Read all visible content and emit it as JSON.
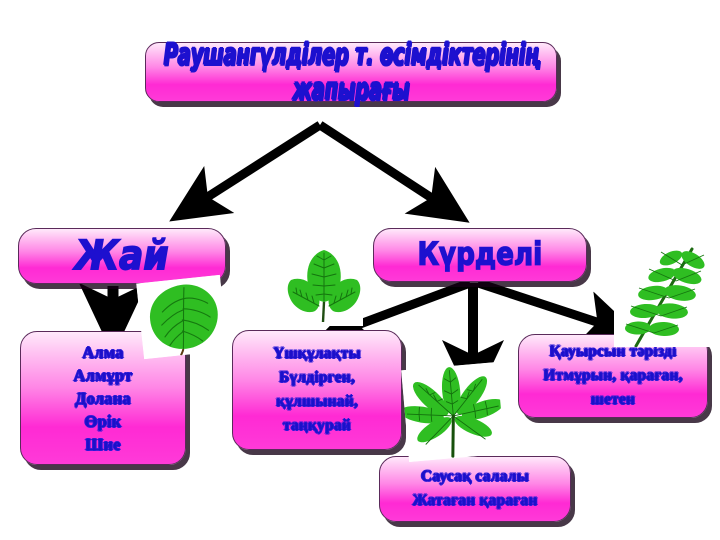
{
  "diagram": {
    "title_node": {
      "text": "Раушангүлділер т. өсімдіктерінің жапырағы"
    },
    "branches": [
      {
        "id": "simple",
        "label": "Жай"
      },
      {
        "id": "compound",
        "label": "Күрделі"
      }
    ],
    "simple_list": {
      "lines": [
        "Алма",
        "Алмұрт",
        "Долана",
        "Өрік",
        "Шие"
      ],
      "line1": "Алма",
      "line2": "Алмұрт",
      "line3": "Долана",
      "line4": "Өрік",
      "line5": "Шие"
    },
    "trifoliate": {
      "heading": "Үшқұлақты",
      "line1": "Бүлдірген,",
      "line2": "құлшынай,",
      "line3": "таңқурай"
    },
    "pinnate": {
      "heading": "Қауырсын тәрізді",
      "line1": "Итмұрын, қараған,",
      "line2": "шетен"
    },
    "palmate": {
      "heading": "Саусақ салалы",
      "line1": "Жатаған қараған"
    },
    "illustrations": [
      {
        "name": "simple-leaf-image",
        "caption": "simple rounded leaf"
      },
      {
        "name": "trifoliate-leaf-image",
        "caption": "three-leaflet compound leaf"
      },
      {
        "name": "pinnate-leaf-image",
        "caption": "pinnately compound leaf"
      },
      {
        "name": "palmate-leaf-image",
        "caption": "palmately compound leaf"
      }
    ],
    "colors": {
      "node_fill_light": "#ffc2f2",
      "node_fill_deep": "#ff2ad4",
      "node_border": "#5a2a5a",
      "text": "#1d10cf",
      "arrow": "#000000",
      "leaf_green": "#2ab62a",
      "background": "#ffffff"
    }
  }
}
